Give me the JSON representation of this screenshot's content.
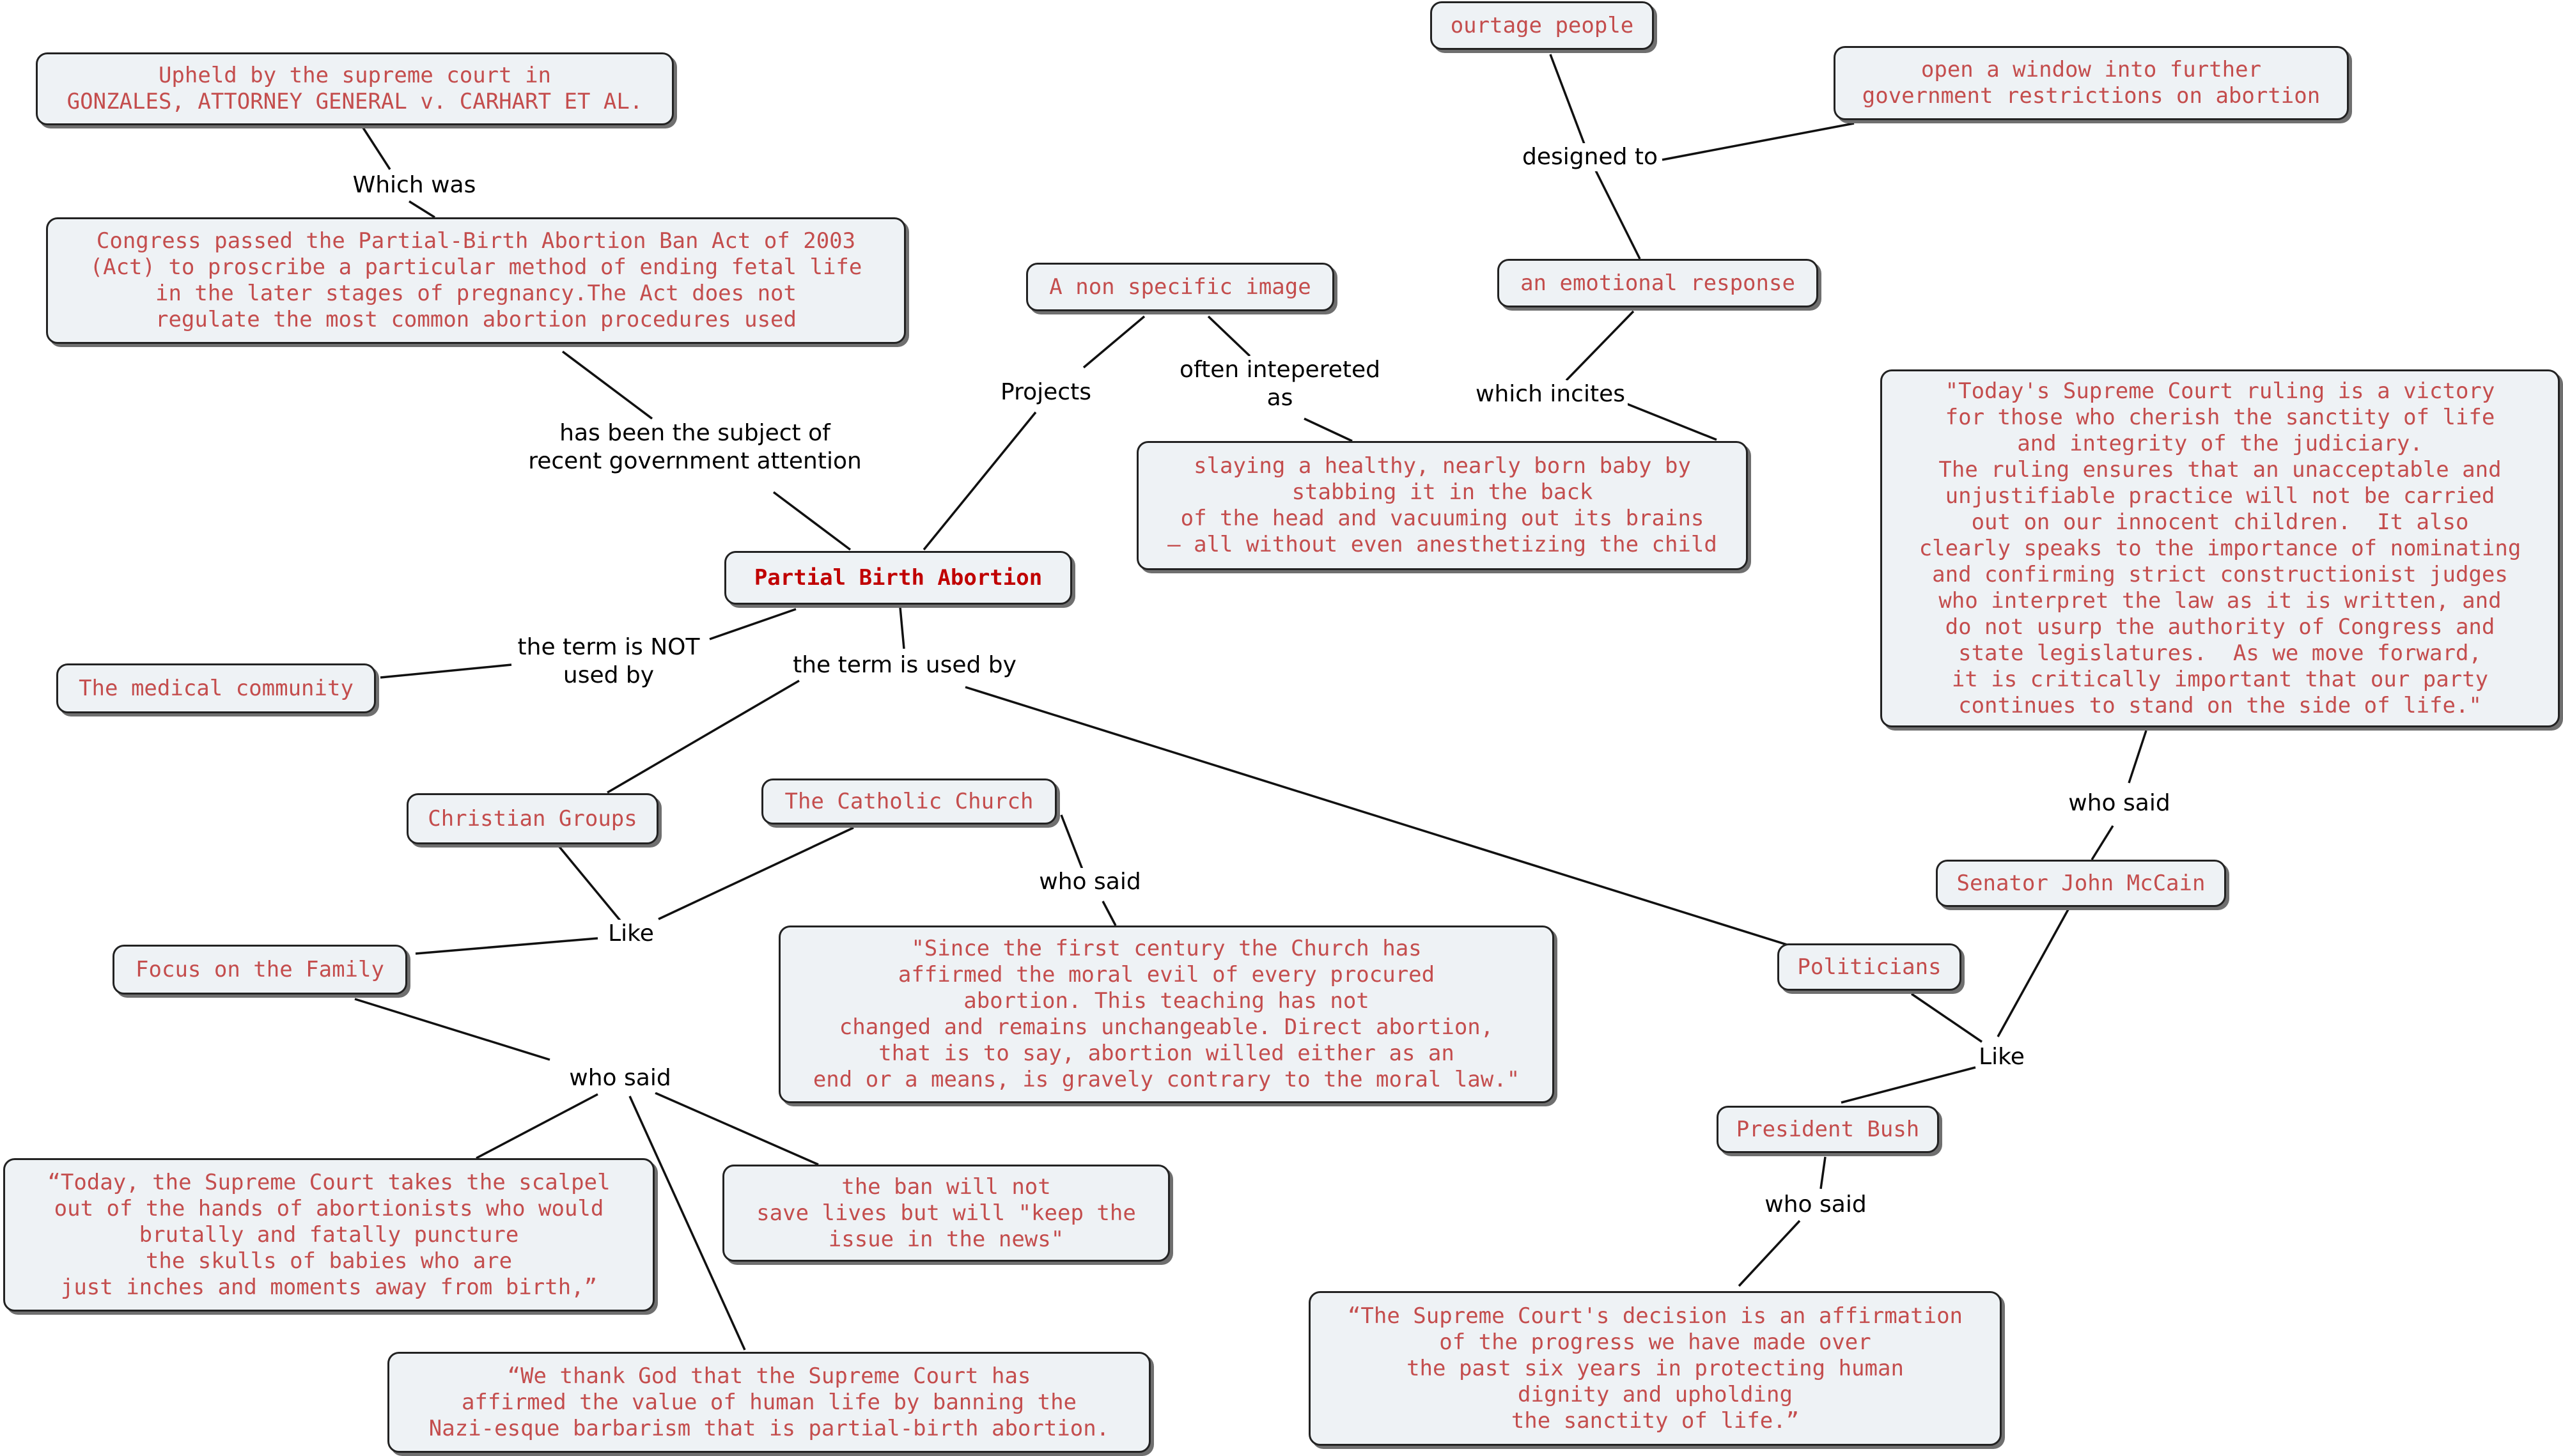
{
  "nodes": {
    "main": "Partial Birth Abortion",
    "upheld": "Upheld by the supreme court in\nGONZALES, ATTORNEY GENERAL v. CARHART ET AL.",
    "congress": "Congress passed the Partial-Birth Abortion Ban Act of 2003\n(Act) to proscribe a particular method of ending fetal life\nin the later stages of pregnancy.The Act does not\nregulate the most common abortion procedures used",
    "image": "A non specific image",
    "outrage": "ourtage people",
    "window": "open a window into further\ngovernment restrictions on abortion",
    "emotional": "an emotional response",
    "slaying": "slaying a healthy, nearly born baby by\nstabbing it in the back\nof the head and vacuuming out its brains\n— all without even anesthetizing the child",
    "medical": "The medical community",
    "christian": "Christian Groups",
    "catholic": "The Catholic Church",
    "focus": "Focus on the Family",
    "church_quote": "\"Since the first century the Church has\naffirmed the moral evil of every procured\nabortion. This teaching has not\nchanged and remains unchangeable. Direct abortion,\nthat is to say, abortion willed either as an\nend or a means, is gravely contrary to the moral law.\"",
    "today_quote": "“Today, the Supreme Court takes the scalpel\nout of the hands of abortionists who would\nbrutally and fatally puncture\nthe skulls of babies who are\njust inches and moments away from birth,”",
    "ban_quote": "the ban will not\nsave lives but will \"keep the\nissue in the news\"",
    "thank_quote": "“We thank God that the Supreme Court has\naffirmed the value of human life by banning the\nNazi-esque barbarism that is partial-birth abortion.",
    "mccain_quote": "\"Today's Supreme Court ruling is a victory\nfor those who cherish the sanctity of life\nand integrity of the judiciary.\nThe ruling ensures that an unacceptable and\nunjustifiable practice will not be carried\nout on our innocent children.  It also\nclearly speaks to the importance of nominating\nand confirming strict constructionist judges\nwho interpret the law as it is written, and\ndo not usurp the authority of Congress and\nstate legislatures.  As we move forward,\nit is critically important that our party\ncontinues to stand on the side of life.\"",
    "mccain": "Senator John McCain",
    "politicians": "Politicians",
    "bush": "President Bush",
    "bush_quote": "“The Supreme Court's decision is an affirmation\nof the progress we have made over\nthe past six years in protecting human\ndignity and upholding\nthe sanctity of life.”"
  },
  "links": {
    "which_was": "Which was",
    "subject": "has been the subject of\nrecent government attention",
    "projects": "Projects",
    "interpreted": "often intepereted\nas",
    "designed": "designed to",
    "incites": "which incites",
    "not_used": "the term is NOT\nused by",
    "used_by": "the term is used by",
    "like_left": "Like",
    "said_catholic": "who said",
    "said_focus": "who said",
    "said_mccain": "who said",
    "like_right": "Like",
    "said_bush": "who said"
  },
  "colors": {
    "node_text": "#c44d4d",
    "main_text": "#c00000",
    "node_fill": "#eef2f5",
    "node_border": "#222222",
    "link_text": "#000000"
  }
}
